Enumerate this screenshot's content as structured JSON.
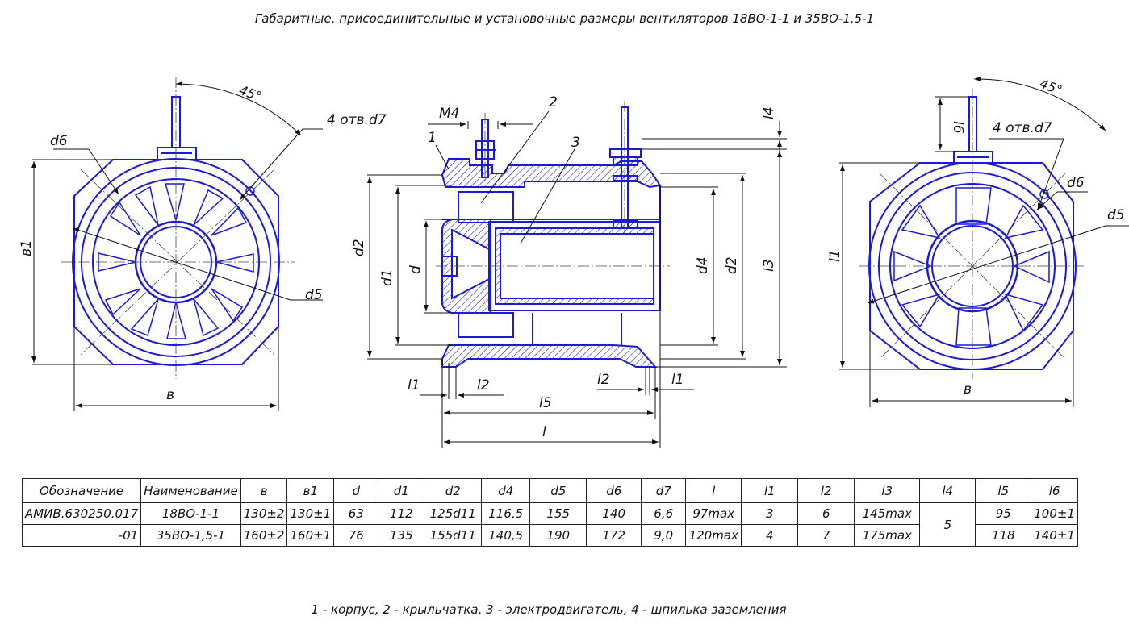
{
  "title": "Габаритные, присоединительные и установочные размеры вентиляторов 18ВО-1-1 и 35ВО-1,5-1",
  "legend": "1 - корпус, 2 - крыльчатка, 3 - электродвигатель, 4 - шпилька заземления",
  "colors": {
    "outline": "#1a1ad8",
    "dim": "#111111",
    "hatch": "#1a1ad8"
  },
  "left_view": {
    "angle": "45°",
    "holes": "4 отв.d7",
    "d6": "d6",
    "d5": "d5",
    "b1": "в1",
    "b": "в"
  },
  "section_view": {
    "m4": "M4",
    "c1": "1",
    "c2": "2",
    "c3": "3",
    "d2": "d2",
    "d1": "d1",
    "d": "d",
    "d4": "d4",
    "d2r": "d2",
    "l3": "l3",
    "l4": "l4",
    "l1a": "l1",
    "l2a": "l2",
    "l2b": "l2",
    "l1b": "l1",
    "l5": "l5",
    "l": "l"
  },
  "right_view": {
    "angle": "45°",
    "holes": "4 отв.d7",
    "l6": "l6",
    "d6": "d6",
    "d5": "d5",
    "l1": "l1",
    "b": "в"
  },
  "table": {
    "headers": [
      "Обозначение",
      "Наименование",
      "в",
      "в1",
      "d",
      "d1",
      "d2",
      "d4",
      "d5",
      "d6",
      "d7",
      "l",
      "l1",
      "l2",
      "l3",
      "l4",
      "l5",
      "l6"
    ],
    "rows": [
      [
        "АМИВ.630250.017",
        "18ВО-1-1",
        "130±2",
        "130±1",
        "63",
        "112",
        "125d11",
        "116,5",
        "155",
        "140",
        "6,6",
        "97max",
        "3",
        "6",
        "145max",
        "5",
        "95",
        "100±1"
      ],
      [
        "-01",
        "35ВО-1,5-1",
        "160±2",
        "160±1",
        "76",
        "135",
        "155d11",
        "140,5",
        "190",
        "172",
        "9,0",
        "120max",
        "4",
        "7",
        "175max",
        "",
        "118",
        "140±1"
      ]
    ]
  }
}
